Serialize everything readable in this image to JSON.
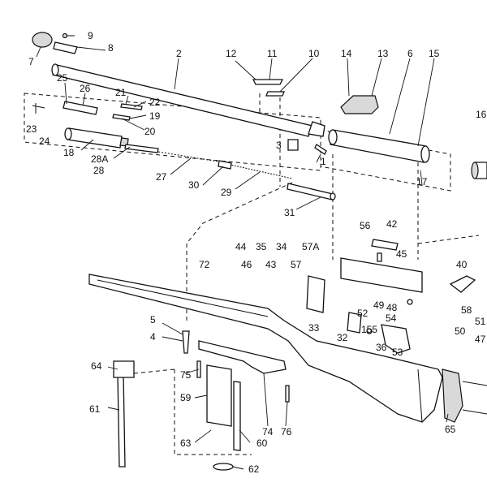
{
  "labels": {
    "p1": "1",
    "p2": "2",
    "p3": "3",
    "p4": "4",
    "p5": "5",
    "p6": "6",
    "p7": "7",
    "p8": "8",
    "p9": "9",
    "p10": "10",
    "p11": "11",
    "p12": "12",
    "p13": "13",
    "p14": "14",
    "p15": "15",
    "p16": "16",
    "p17": "17",
    "p18": "18",
    "p19": "19",
    "p20": "20",
    "p21": "21",
    "p22": "22",
    "p23": "23",
    "p24": "24",
    "p25": "25",
    "p26": "26",
    "p27": "27",
    "p28": "28",
    "p28a": "28A",
    "p29": "29",
    "p30": "30",
    "p31": "31",
    "p32": "32",
    "p33": "33",
    "p34": "34",
    "p35": "35",
    "p36": "36",
    "p40": "40",
    "p42": "42",
    "p43": "43",
    "p44": "44",
    "p45": "45",
    "p46": "46",
    "p47": "47",
    "p48": "48",
    "p49": "49",
    "p50": "50",
    "p51": "51",
    "p52": "52",
    "p53": "53",
    "p54": "54",
    "p55": "155",
    "p56": "56",
    "p57": "57",
    "p57a": "57A",
    "p58": "58",
    "p59": "59",
    "p60": "60",
    "p61": "61",
    "p62": "62",
    "p63": "63",
    "p64": "64",
    "p65": "65",
    "p72": "72",
    "p74": "74",
    "p75": "75",
    "p76": "76"
  }
}
